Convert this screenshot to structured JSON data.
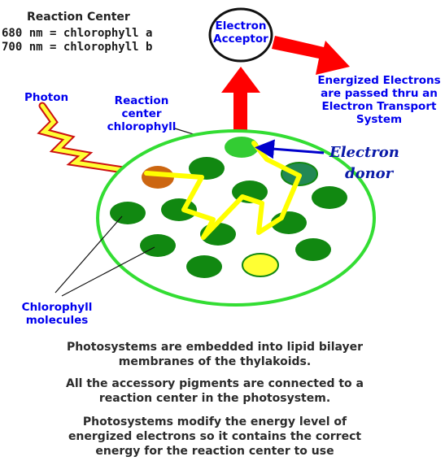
{
  "header": {
    "title": "Reaction Center",
    "line1": "680 nm = chlorophyll a",
    "line2": "700 nm = chlorophyll b"
  },
  "labels": {
    "photon": "Photon",
    "reaction_center_chlorophyll": [
      "Reaction",
      "center",
      "chlorophyll"
    ],
    "electron_acceptor": [
      "Electron",
      "Acceptor"
    ],
    "energized_electrons": [
      "Energized Electrons",
      "are passed thru an",
      "Electron Transport",
      "System"
    ],
    "electron_donor": [
      "Electron",
      "donor"
    ],
    "chlorophyll_molecules": [
      "Chlorophyll",
      "molecules"
    ]
  },
  "paragraphs": [
    [
      "Photosystems are embedded into lipid bilayer",
      "membranes of the thylakoids."
    ],
    [
      "All the accessory pigments are connected to a",
      "reaction center in the photosystem."
    ],
    [
      "Photosystems modify the energy level of",
      "energized electrons so it contains the correct",
      "energy for the reaction center to use"
    ]
  ],
  "colors": {
    "membrane_outline": "#33dd33",
    "chlorophyll": "#118811",
    "reaction_center": "#33cc33",
    "accessory_orange": "#cc6611",
    "accessory_teal": "#228855",
    "accessory_yellow": "#ffff33",
    "arrow_red": "#ff0000",
    "donor_arrow": "#0000cc",
    "energy_path": "#ffff00",
    "photon_path": "#cc1111"
  }
}
